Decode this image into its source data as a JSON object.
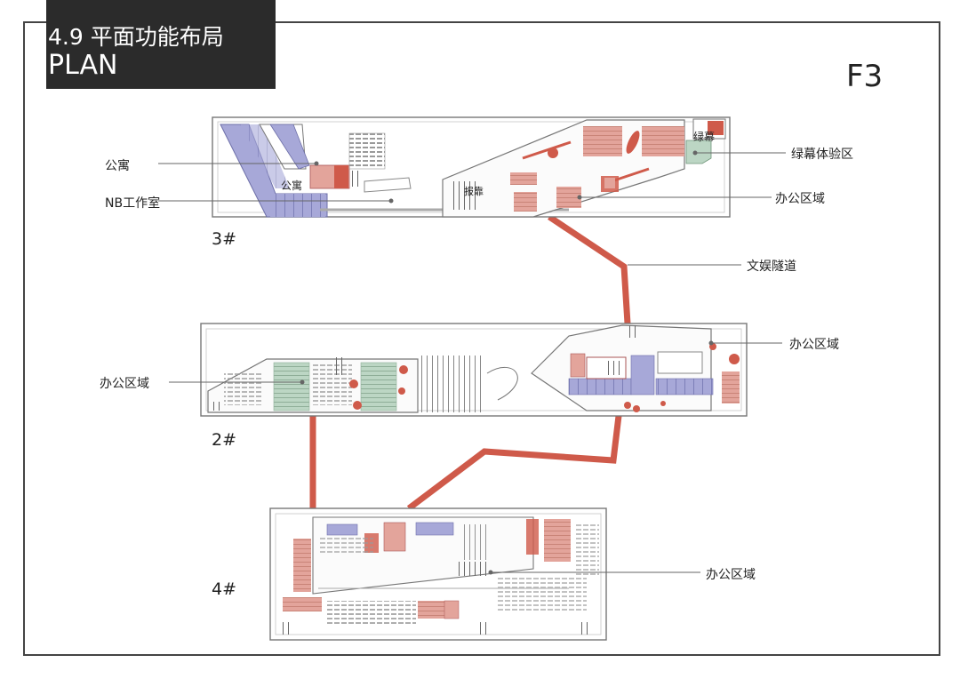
{
  "title": {
    "section": "4.9 平面功能布局",
    "english": "PLAN"
  },
  "floor": "F3",
  "buildings": {
    "b3": "3#",
    "b2": "2#",
    "b4": "4#"
  },
  "callouts": {
    "apartment": "公寓",
    "nb_studio": "NB工作室",
    "green_screen": "绿幕体验区",
    "office_3": "办公区域",
    "tunnel": "文娱隧道",
    "office_2_right": "办公区域",
    "office_2_left": "办公区域",
    "office_4": "办公区域"
  },
  "plan_labels": {
    "apartment_inner": "公寓",
    "green_inner": "绿幕",
    "stair_inner": "报靠"
  },
  "colors": {
    "connector": "#cf5a4a",
    "room_red": "#e3a49b",
    "room_purple": "#a7a8d8",
    "room_green": "#bcd6c4",
    "outline": "#777777"
  }
}
